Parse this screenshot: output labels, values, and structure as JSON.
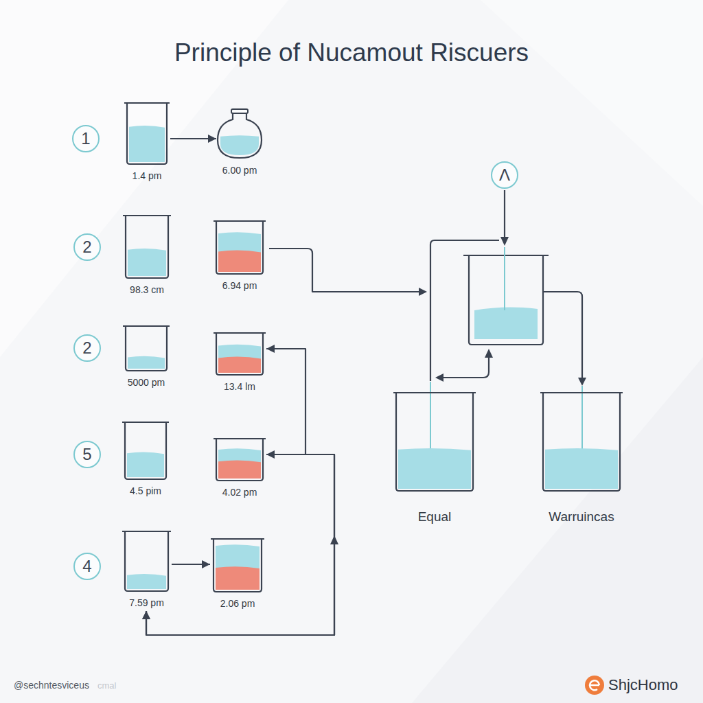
{
  "diagram": {
    "title": "Principle of Nucamout Riscuers",
    "nodes": [
      {
        "text": [
          "1"
        ]
      },
      {
        "text": [
          "1.4 pm"
        ]
      },
      {
        "text": [
          "6.00 pm"
        ]
      },
      {
        "text": [
          "Λ"
        ]
      },
      {
        "text": [
          "2"
        ]
      },
      {
        "text": [
          "98.3 cm"
        ]
      },
      {
        "text": [
          "6.94 pm"
        ]
      },
      {
        "text": [
          "2"
        ]
      },
      {
        "text": [
          "5000 pm"
        ]
      },
      {
        "text": [
          "13.4 lm"
        ]
      },
      {
        "text": [
          "5"
        ]
      },
      {
        "text": [
          "4.5 pim"
        ]
      },
      {
        "text": [
          "4.02 pm"
        ]
      },
      {
        "text": [
          "4"
        ]
      },
      {
        "text": [
          "7.59 pm"
        ]
      },
      {
        "text": [
          "2.06 pm"
        ]
      },
      {
        "text": [
          "Equal"
        ]
      },
      {
        "text": [
          "Warruincas"
        ]
      }
    ],
    "edges": [
      {
        "from": 1,
        "to": 2,
        "arrow": "to"
      },
      {
        "from": 14,
        "to": 15,
        "arrow": "to"
      },
      {
        "from": 14,
        "to": 12,
        "arrow": "both"
      },
      {
        "from": 14,
        "to": 9,
        "arrow": "both"
      }
    ],
    "labels": [
      "@sechntesviceus",
      "cmal",
      "ShjcHomo"
    ]
  }
}
